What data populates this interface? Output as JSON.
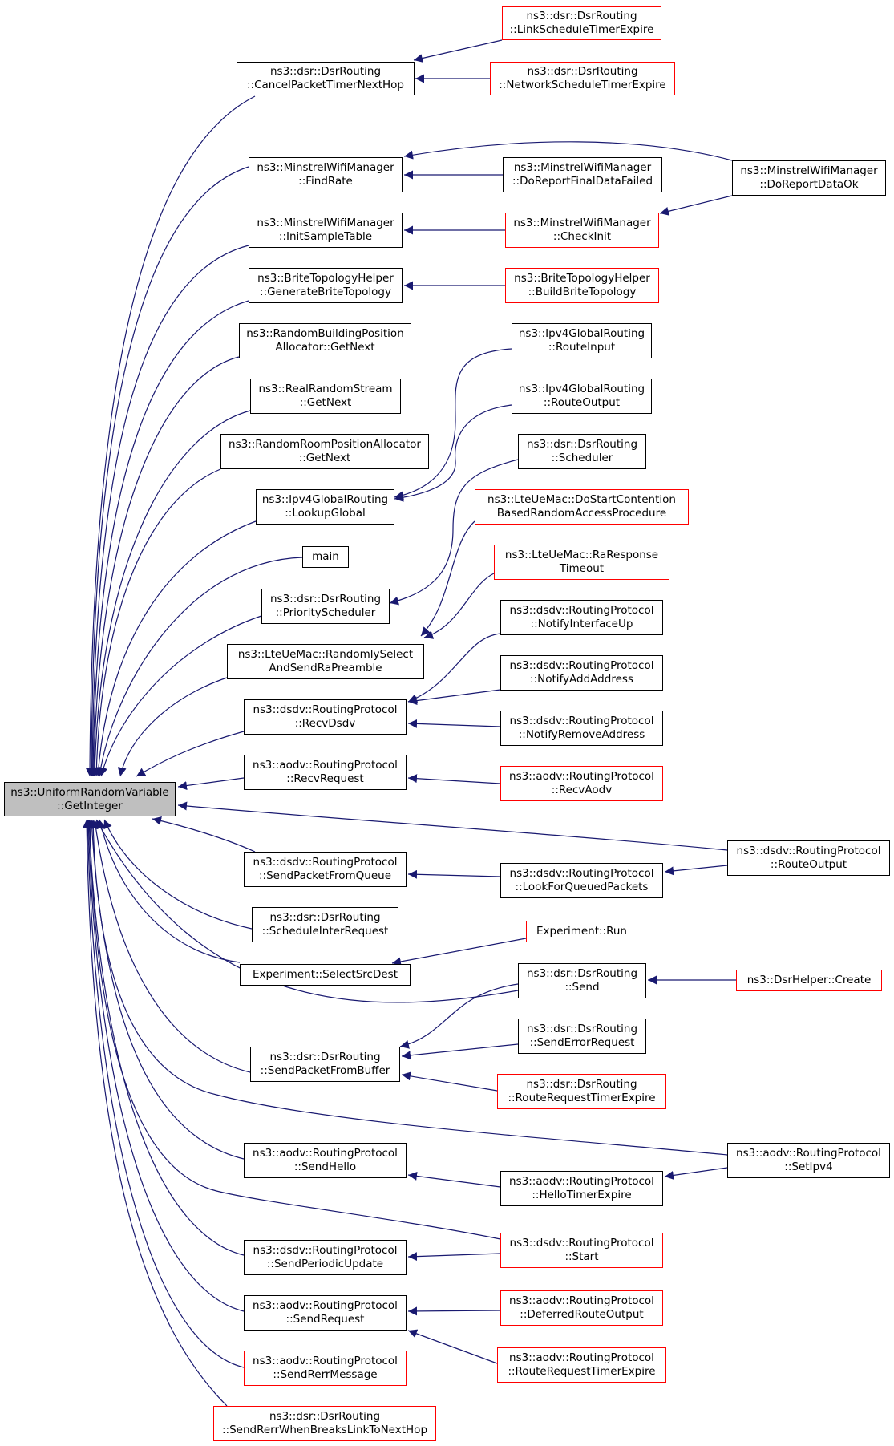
{
  "colors": {
    "edge": "#191970",
    "truncated_border": "#ff0000",
    "normal_border": "#000000",
    "root_fill": "#bfbfbf"
  },
  "nodes": {
    "root": {
      "l1": "ns3::UniformRandomVariable",
      "l2": "::GetInteger"
    },
    "cancelPacketTimer": {
      "l1": "ns3::dsr::DsrRouting",
      "l2": "::CancelPacketTimerNextHop"
    },
    "linkScheduleTimer": {
      "l1": "ns3::dsr::DsrRouting",
      "l2": "::LinkScheduleTimerExpire"
    },
    "networkScheduleTimer": {
      "l1": "ns3::dsr::DsrRouting",
      "l2": "::NetworkScheduleTimerExpire"
    },
    "findRate": {
      "l1": "ns3::MinstrelWifiManager",
      "l2": "::FindRate"
    },
    "doReportFinalDataFailed": {
      "l1": "ns3::MinstrelWifiManager",
      "l2": "::DoReportFinalDataFailed"
    },
    "doReportDataOk": {
      "l1": "ns3::MinstrelWifiManager",
      "l2": "::DoReportDataOk"
    },
    "initSampleTable": {
      "l1": "ns3::MinstrelWifiManager",
      "l2": "::InitSampleTable"
    },
    "checkInit": {
      "l1": "ns3::MinstrelWifiManager",
      "l2": "::CheckInit"
    },
    "generateBrite": {
      "l1": "ns3::BriteTopologyHelper",
      "l2": "::GenerateBriteTopology"
    },
    "buildBrite": {
      "l1": "ns3::BriteTopologyHelper",
      "l2": "::BuildBriteTopology"
    },
    "randomBuilding": {
      "l1": "ns3::RandomBuildingPosition",
      "l2": "Allocator::GetNext"
    },
    "realRandomStream": {
      "l1": "ns3::RealRandomStream",
      "l2": "::GetNext"
    },
    "randomRoom": {
      "l1": "ns3::RandomRoomPositionAllocator",
      "l2": "::GetNext"
    },
    "routeInput": {
      "l1": "ns3::Ipv4GlobalRouting",
      "l2": "::RouteInput"
    },
    "routeOutputIpv4": {
      "l1": "ns3::Ipv4GlobalRouting",
      "l2": "::RouteOutput"
    },
    "lookupGlobal": {
      "l1": "ns3::Ipv4GlobalRouting",
      "l2": "::LookupGlobal"
    },
    "scheduler": {
      "l1": "ns3::dsr::DsrRouting",
      "l2": "::Scheduler"
    },
    "main": {
      "l1": "main",
      "l2": ""
    },
    "priorityScheduler": {
      "l1": "ns3::dsr::DsrRouting",
      "l2": "::PriorityScheduler"
    },
    "doStartContention": {
      "l1": "ns3::LteUeMac::DoStartContention",
      "l2": "BasedRandomAccessProcedure"
    },
    "raResponseTimeout": {
      "l1": "ns3::LteUeMac::RaResponse",
      "l2": "Timeout"
    },
    "randomlySelect": {
      "l1": "ns3::LteUeMac::RandomlySelect",
      "l2": "AndSendRaPreamble"
    },
    "notifyInterfaceUp": {
      "l1": "ns3::dsdv::RoutingProtocol",
      "l2": "::NotifyInterfaceUp"
    },
    "notifyAddAddress": {
      "l1": "ns3::dsdv::RoutingProtocol",
      "l2": "::NotifyAddAddress"
    },
    "recvDsdv": {
      "l1": "ns3::dsdv::RoutingProtocol",
      "l2": "::RecvDsdv"
    },
    "notifyRemoveAddress": {
      "l1": "ns3::dsdv::RoutingProtocol",
      "l2": "::NotifyRemoveAddress"
    },
    "recvRequest": {
      "l1": "ns3::aodv::RoutingProtocol",
      "l2": "::RecvRequest"
    },
    "recvAodv": {
      "l1": "ns3::aodv::RoutingProtocol",
      "l2": "::RecvAodv"
    },
    "routeOutputDsdv": {
      "l1": "ns3::dsdv::RoutingProtocol",
      "l2": "::RouteOutput"
    },
    "sendPacketFromQueue": {
      "l1": "ns3::dsdv::RoutingProtocol",
      "l2": "::SendPacketFromQueue"
    },
    "lookForQueued": {
      "l1": "ns3::dsdv::RoutingProtocol",
      "l2": "::LookForQueuedPackets"
    },
    "scheduleInterRequest": {
      "l1": "ns3::dsr::DsrRouting",
      "l2": "::ScheduleInterRequest"
    },
    "experimentRun": {
      "l1": "Experiment::Run",
      "l2": ""
    },
    "selectSrcDest": {
      "l1": "Experiment::SelectSrcDest",
      "l2": ""
    },
    "dsrSend": {
      "l1": "ns3::dsr::DsrRouting",
      "l2": "::Send"
    },
    "dsrHelperCreate": {
      "l1": "ns3::DsrHelper::Create",
      "l2": ""
    },
    "sendErrorRequest": {
      "l1": "ns3::dsr::DsrRouting",
      "l2": "::SendErrorRequest"
    },
    "sendPacketFromBuffer": {
      "l1": "ns3::dsr::DsrRouting",
      "l2": "::SendPacketFromBuffer"
    },
    "routeRequestTimerDsr": {
      "l1": "ns3::dsr::DsrRouting",
      "l2": "::RouteRequestTimerExpire"
    },
    "setIpv4": {
      "l1": "ns3::aodv::RoutingProtocol",
      "l2": "::SetIpv4"
    },
    "sendHello": {
      "l1": "ns3::aodv::RoutingProtocol",
      "l2": "::SendHello"
    },
    "helloTimerExpire": {
      "l1": "ns3::aodv::RoutingProtocol",
      "l2": "::HelloTimerExpire"
    },
    "dsdvStart": {
      "l1": "ns3::dsdv::RoutingProtocol",
      "l2": "::Start"
    },
    "sendPeriodicUpdate": {
      "l1": "ns3::dsdv::RoutingProtocol",
      "l2": "::SendPeriodicUpdate"
    },
    "deferredRouteOutput": {
      "l1": "ns3::aodv::RoutingProtocol",
      "l2": "::DeferredRouteOutput"
    },
    "aodvSendRequest": {
      "l1": "ns3::aodv::RoutingProtocol",
      "l2": "::SendRequest"
    },
    "routeRequestTimerAodv": {
      "l1": "ns3::aodv::RoutingProtocol",
      "l2": "::RouteRequestTimerExpire"
    },
    "sendRerrMessage": {
      "l1": "ns3::aodv::RoutingProtocol",
      "l2": "::SendRerrMessage"
    },
    "sendRerrWhenBreaks": {
      "l1": "ns3::dsr::DsrRouting",
      "l2": "::SendRerrWhenBreaksLinkToNextHop"
    }
  }
}
